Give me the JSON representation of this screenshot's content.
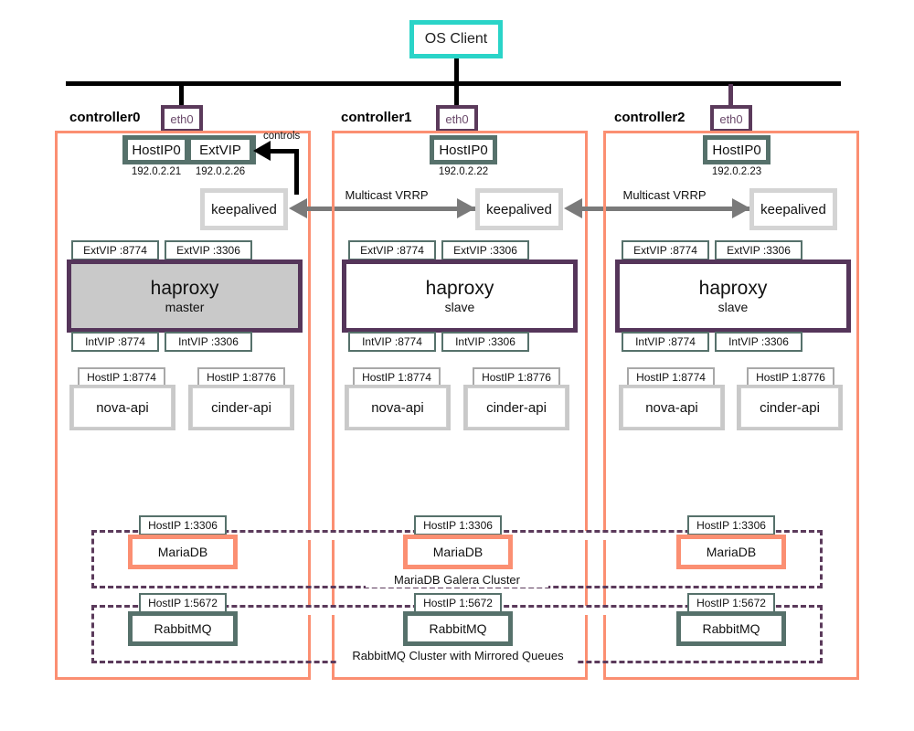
{
  "diagram": {
    "client": {
      "label": "OS Client"
    },
    "network_bus": {
      "label": ""
    },
    "vrrp_label": "Multicast VRRP",
    "controls_label": "controls",
    "cluster_labels": {
      "mariadb": "MariaDB Galera Cluster",
      "rabbitmq": "RabbitMQ Cluster with Mirrored Queues"
    },
    "colors": {
      "client_accent": "#2ad4c8",
      "panel_border": "#fb8f72",
      "haproxy_border": "#55355a",
      "teal": "#56716b",
      "purple": "#5b3a5b",
      "gray_arrow": "#7a7a7a",
      "haproxy_master_fill": "#c9c9c9",
      "haproxy_slave_fill": "#ffffff"
    },
    "controllers": [
      {
        "name": "controller0",
        "nic": "eth0",
        "nic_link_color": "black",
        "ips": [
          {
            "label": "HostIP0",
            "addr": "192.0.2.21"
          },
          {
            "label": "ExtVIP",
            "addr": "192.0.2.26"
          }
        ],
        "keepalived": "keepalived",
        "ext_chips": [
          "ExtVIP :8774",
          "ExtVIP :3306"
        ],
        "haproxy": {
          "name": "haproxy",
          "role": "master",
          "active": true
        },
        "int_chips": [
          "IntVIP :8774",
          "IntVIP :3306"
        ],
        "services": [
          {
            "chip": "HostIP 1:8774",
            "name": "nova-api"
          },
          {
            "chip": "HostIP 1:8776",
            "name": "cinder-api"
          }
        ],
        "mariadb": {
          "chip": "HostIP 1:3306",
          "name": "MariaDB"
        },
        "rabbitmq": {
          "chip": "HostIP 1:5672",
          "name": "RabbitMQ"
        }
      },
      {
        "name": "controller1",
        "nic": "eth0",
        "nic_link_color": "black",
        "ips": [
          {
            "label": "HostIP0",
            "addr": "192.0.2.22"
          }
        ],
        "keepalived": "keepalived",
        "ext_chips": [
          "ExtVIP :8774",
          "ExtVIP :3306"
        ],
        "haproxy": {
          "name": "haproxy",
          "role": "slave",
          "active": false
        },
        "int_chips": [
          "IntVIP :8774",
          "IntVIP :3306"
        ],
        "services": [
          {
            "chip": "HostIP 1:8774",
            "name": "nova-api"
          },
          {
            "chip": "HostIP 1:8776",
            "name": "cinder-api"
          }
        ],
        "mariadb": {
          "chip": "HostIP 1:3306",
          "name": "MariaDB"
        },
        "rabbitmq": {
          "chip": "HostIP 1:5672",
          "name": "RabbitMQ"
        }
      },
      {
        "name": "controller2",
        "nic": "eth0",
        "nic_link_color": "purple",
        "ips": [
          {
            "label": "HostIP0",
            "addr": "192.0.2.23"
          }
        ],
        "keepalived": "keepalived",
        "ext_chips": [
          "ExtVIP :8774",
          "ExtVIP :3306"
        ],
        "haproxy": {
          "name": "haproxy",
          "role": "slave",
          "active": false
        },
        "int_chips": [
          "IntVIP :8774",
          "IntVIP :3306"
        ],
        "services": [
          {
            "chip": "HostIP 1:8774",
            "name": "nova-api"
          },
          {
            "chip": "HostIP 1:8776",
            "name": "cinder-api"
          }
        ],
        "mariadb": {
          "chip": "HostIP 1:3306",
          "name": "MariaDB"
        },
        "rabbitmq": {
          "chip": "HostIP 1:5672",
          "name": "RabbitMQ"
        }
      }
    ]
  }
}
